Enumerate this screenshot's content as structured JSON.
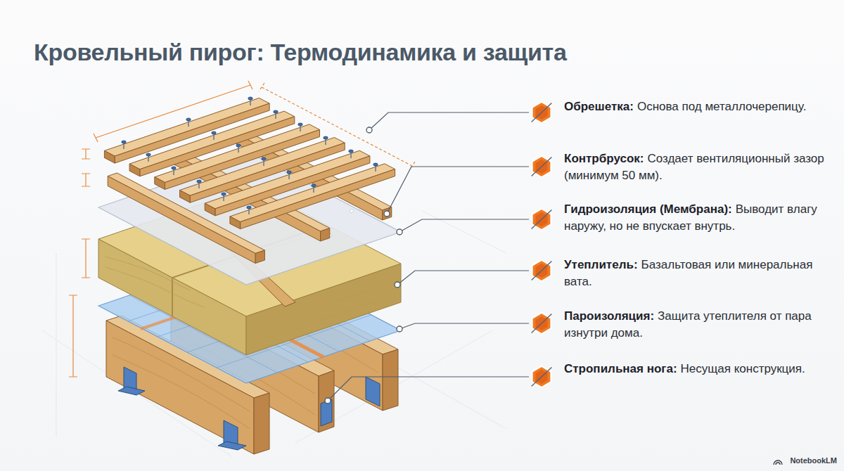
{
  "diagram": {
    "title": "Кровельный пирог: Термодинамика и защита",
    "labels": [
      "Обрешетка:",
      "Основа под металлочерепицу.",
      "Контрбрусок:",
      "Создает вентиляционный зазор (минимум 50 мм).",
      "Гидроизоляция (Мембрана):",
      "Выводит влагу наружу, но не впускает внутрь.",
      "Утеплитель:",
      "Базальтовая или минеральная вата.",
      "Пароизоляция:",
      "Защита утеплителя от пара изнутри дома.",
      "Стропильная нога:",
      "Несущая конструкция.",
      "NotebookLM"
    ]
  }
}
